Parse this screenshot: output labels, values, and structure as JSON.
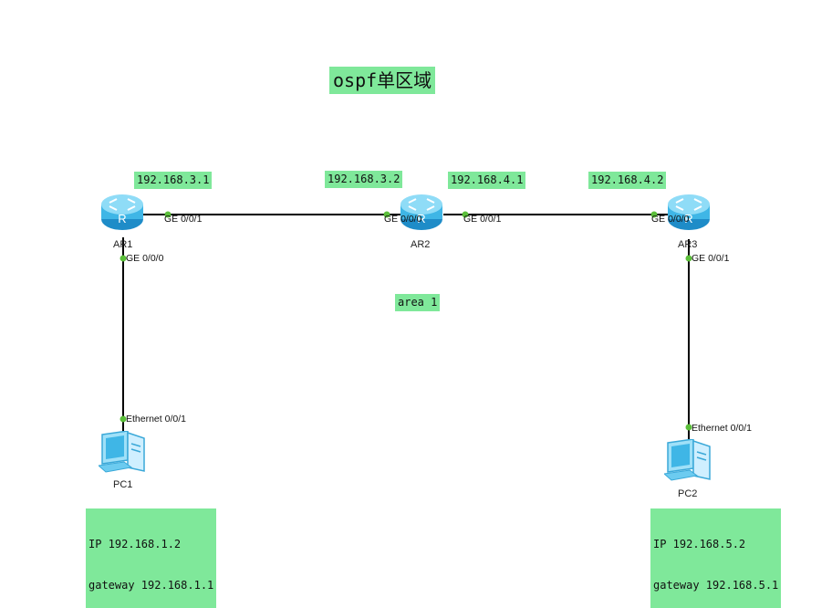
{
  "title": "ospf单区域",
  "area_label": "area 1",
  "routers": {
    "ar1": {
      "name": "AR1",
      "ip_label": "192.168.3.1",
      "port_right": "GE 0/0/1",
      "port_down": "GE 0/0/0"
    },
    "ar2": {
      "name": "AR2",
      "ip_left": "192.168.3.2",
      "ip_right": "192.168.4.1",
      "port_left": "GE 0/0/0",
      "port_right": "GE 0/0/1"
    },
    "ar3": {
      "name": "AR3",
      "ip_label": "192.168.4.2",
      "port_left": "GE 0/0/0",
      "port_down": "GE 0/0/1"
    }
  },
  "pcs": {
    "pc1": {
      "name": "PC1",
      "port": "Ethernet 0/0/1",
      "ip_line": "IP 192.168.1.2",
      "gw_line": "gateway 192.168.1.1"
    },
    "pc2": {
      "name": "PC2",
      "port": "Ethernet 0/0/1",
      "ip_line": "IP 192.168.5.2",
      "gw_line": "gateway 192.168.5.1"
    }
  },
  "colors": {
    "label_bg": "#7fe89a",
    "link": "#000000",
    "port_dot": "#5bbf3a",
    "router": "#3fb6e6"
  }
}
